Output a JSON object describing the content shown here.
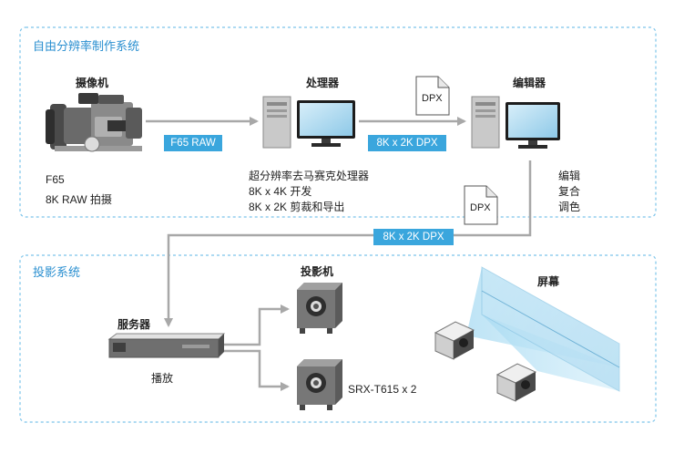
{
  "sections": {
    "production_title": "自由分辨率制作系统",
    "projection_title": "投影系统"
  },
  "nodes": {
    "camera": "摄像机",
    "processor": "处理器",
    "editor": "编辑器",
    "server": "服务器",
    "projector": "投影机",
    "screen": "屏幕"
  },
  "edge_labels": {
    "f65_raw": "F65 RAW",
    "dpx_1": "8K x 2K DPX",
    "dpx_2": "8K x 2K DPX"
  },
  "file_icons": {
    "dpx_a": "DPX",
    "dpx_b": "DPX"
  },
  "notes": {
    "camera_1": "F65",
    "camera_2": "8K RAW 拍摄",
    "processor_1": "超分辨率去马赛克处理器",
    "processor_2": "8K x 4K 开发",
    "processor_3": "8K x 2K 剪裁和导出",
    "editor_1": "编辑",
    "editor_2": "复合",
    "editor_3": "调色",
    "server_1": "播放",
    "projector_1": "SRX-T615 x 2"
  },
  "colors": {
    "accent": "#3aa6dd",
    "dashed_border": "#7cc4ea",
    "arrow": "#a8a8a8"
  }
}
